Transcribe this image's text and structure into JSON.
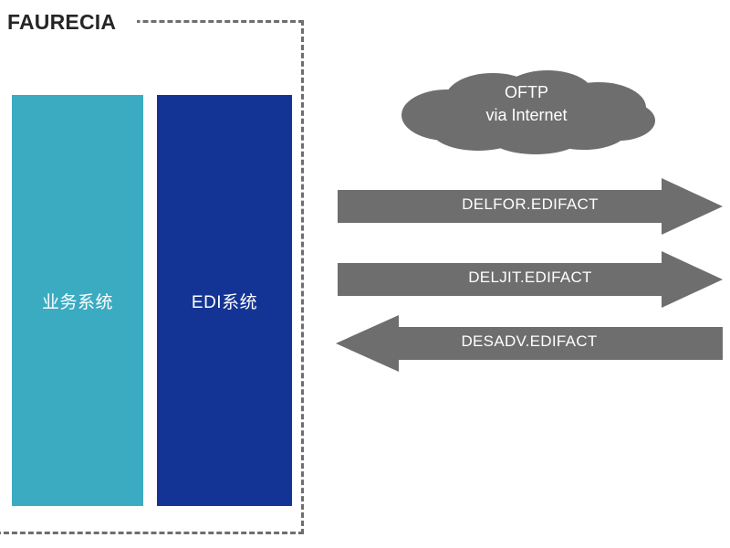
{
  "diagram": {
    "type": "edi-message-flow",
    "title": "FAURECIA"
  },
  "company_boundary": {
    "label": "FAURECIA",
    "border_style": "dashed",
    "border_color": "#6e6e6e"
  },
  "systems": [
    {
      "id": "business-system",
      "label": "业务系统",
      "color": "#3BABC2",
      "text_color": "#ffffff"
    },
    {
      "id": "edi-system",
      "label": "EDI系统",
      "color": "#133495",
      "text_color": "#ffffff"
    }
  ],
  "network": {
    "id": "oftp-cloud",
    "line1": "OFTP",
    "line2": "via Internet",
    "color": "#6e6e6e",
    "text_color": "#ffffff"
  },
  "messages": [
    {
      "id": "delfor",
      "label": "DELFOR.EDIFACT",
      "direction": "right",
      "color": "#6e6e6e"
    },
    {
      "id": "deljit",
      "label": "DELJIT.EDIFACT",
      "direction": "right",
      "color": "#6e6e6e"
    },
    {
      "id": "desadv",
      "label": "DESADV.EDIFACT",
      "direction": "left",
      "color": "#6e6e6e"
    }
  ],
  "colors": {
    "teal": "#3BABC2",
    "blue": "#133495",
    "gray": "#6e6e6e",
    "title": "#262626",
    "background": "#ffffff"
  }
}
